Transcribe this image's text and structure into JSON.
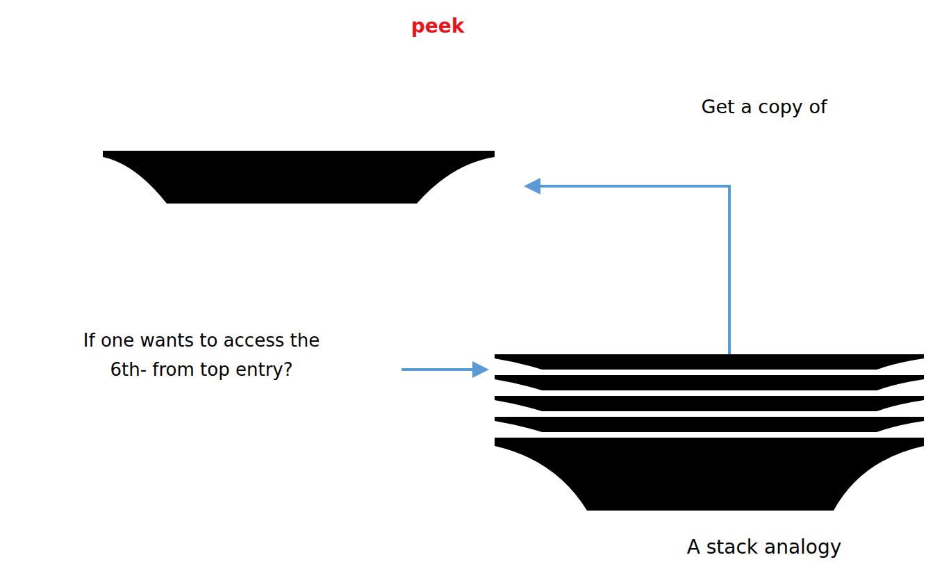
{
  "diagram": {
    "title": "peek",
    "labels": [
      "Get a copy of",
      "If one wants to access the 6th- from top entry?",
      "A stack analogy"
    ]
  }
}
